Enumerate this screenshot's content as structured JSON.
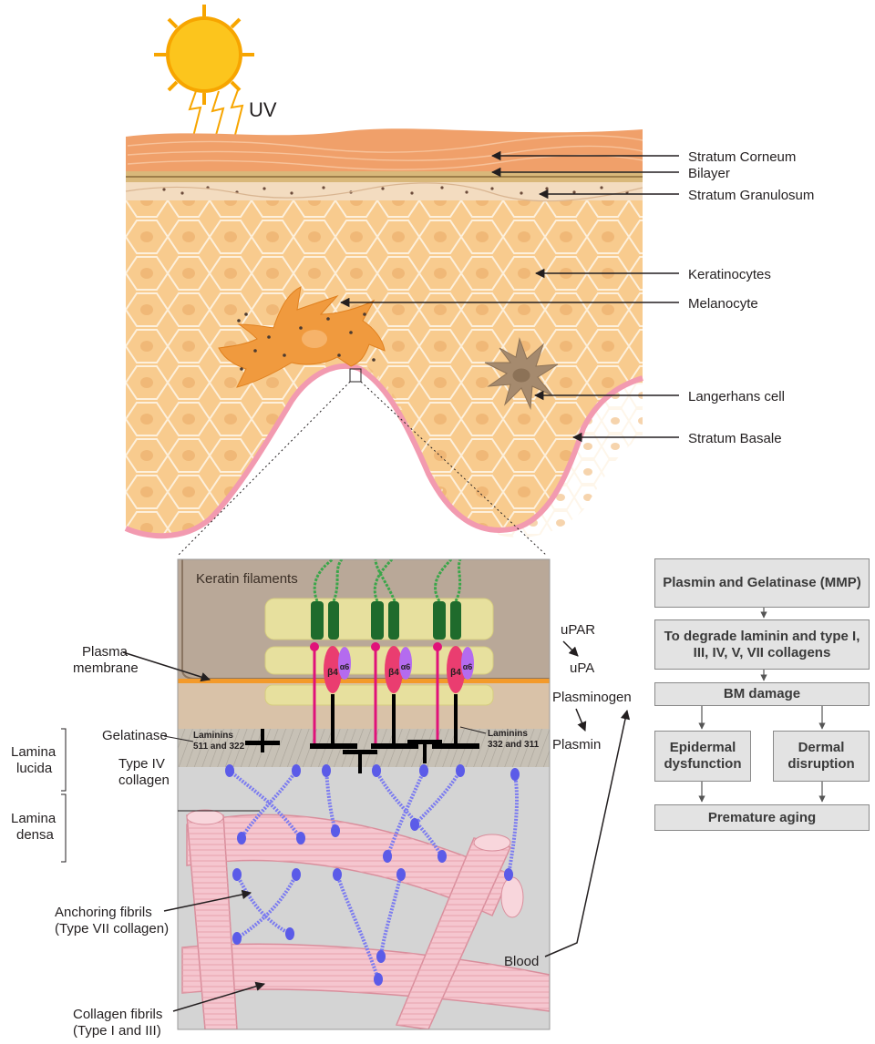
{
  "top_labels": {
    "uv": "UV",
    "stratum_corneum": "Stratum Corneum",
    "bilayer": "Bilayer",
    "stratum_granulosum": "Stratum Granulosum",
    "keratinocytes": "Keratinocytes",
    "melanocyte": "Melanocyte",
    "langerhans": "Langerhans cell",
    "stratum_basale": "Stratum Basale"
  },
  "bm_labels": {
    "keratin_filaments": "Keratin filaments",
    "plasma_membrane_1": "Plasma",
    "plasma_membrane_2": "membrane",
    "gelatinase": "Gelatinase",
    "type_iv_1": "Type IV",
    "type_iv_2": "collagen",
    "lamina_lucida_1": "Lamina",
    "lamina_lucida_2": "lucida",
    "lamina_densa_1": "Lamina",
    "lamina_densa_2": "densa",
    "anchoring_1": "Anchoring fibrils",
    "anchoring_2": "(Type VII collagen)",
    "collagen_1": "Collagen fibrils",
    "collagen_2": "(Type I and III)",
    "laminins_left_1": "Laminins",
    "laminins_left_2": "511 and 322",
    "laminins_right_1": "Laminins",
    "laminins_right_2": "332 and 311",
    "beta4": "β4",
    "alpha6": "α6",
    "upar": "uPAR",
    "upa": "uPA",
    "plasminogen": "Plasminogen",
    "plasmin": "Plasmin",
    "blood": "Blood"
  },
  "flowchart": {
    "box1": "Plasmin and Gelatinase (MMP)",
    "box2": "To degrade laminin and type I, III, IV, V, VII collagens",
    "box3": "BM damage",
    "box4": "Epidermal dysfunction",
    "box5": "Dermal disruption",
    "box6": "Premature aging"
  },
  "colors": {
    "epidermis": "#f8cb8e",
    "cell_line": "#fbe9cf",
    "corneum": "#f0a06a",
    "basement_membrane": "#f29ab0",
    "melanocyte": "#f09a3e",
    "langerhans": "#a58a6e",
    "integrin_beta4": "#ea3d70",
    "integrin_alpha6": "#b46bef",
    "collagen_vii": "#5b5be8",
    "collagen_fibril": "#f5c6cf",
    "box_fill": "#e3e3e3"
  }
}
